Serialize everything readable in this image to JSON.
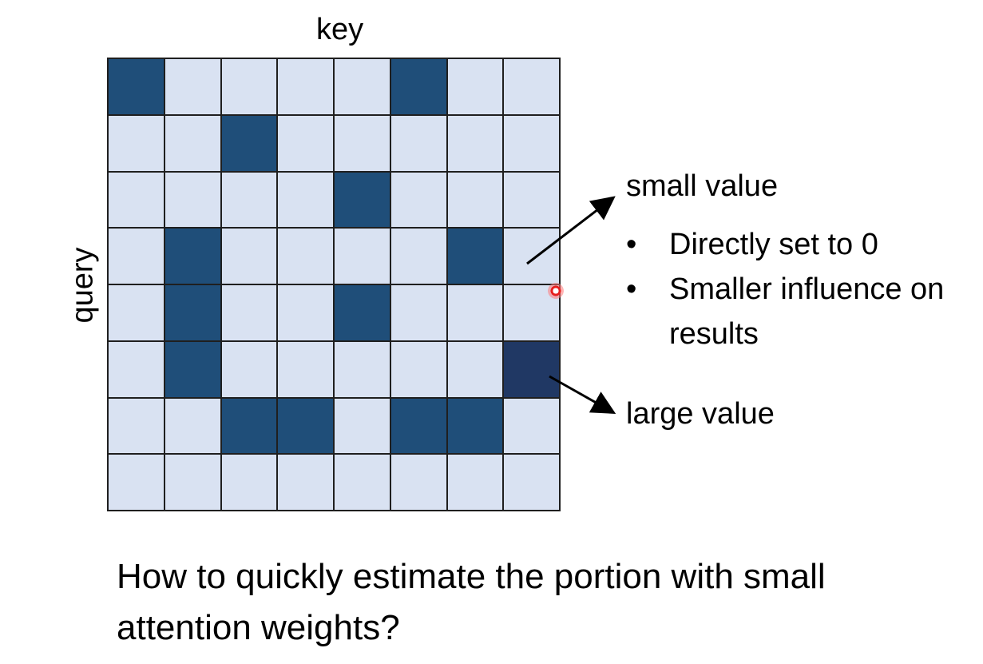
{
  "diagram": {
    "x_axis_label": "key",
    "y_axis_label": "query",
    "colors": {
      "light_cell": "#d9e2f2",
      "dark_cell": "#1f4e79",
      "darkest_cell": "#203864",
      "grid_line": "#1f1f1f"
    },
    "matrix": [
      [
        1,
        0,
        0,
        0,
        0,
        1,
        0,
        0
      ],
      [
        0,
        0,
        1,
        0,
        0,
        0,
        0,
        0
      ],
      [
        0,
        0,
        0,
        0,
        1,
        0,
        0,
        0
      ],
      [
        0,
        1,
        0,
        0,
        0,
        0,
        1,
        0
      ],
      [
        0,
        1,
        0,
        0,
        1,
        0,
        0,
        0
      ],
      [
        0,
        1,
        0,
        0,
        0,
        0,
        0,
        2
      ],
      [
        0,
        0,
        1,
        1,
        0,
        1,
        1,
        0
      ],
      [
        0,
        0,
        0,
        0,
        0,
        0,
        0,
        0
      ]
    ]
  },
  "annotations": {
    "small_value": "small value",
    "bullets": [
      "Directly set to 0",
      "Smaller influence on results"
    ],
    "large_value": "large value"
  },
  "question": "How to quickly estimate the portion with small attention weights?"
}
